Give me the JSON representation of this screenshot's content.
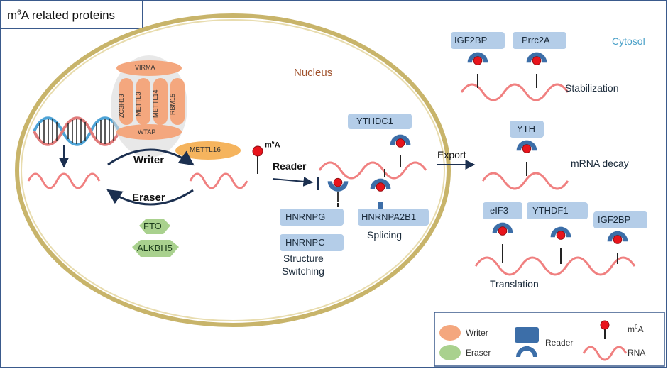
{
  "title": {
    "prefix": "m",
    "sup": "6",
    "suffix": "A related proteins"
  },
  "regions": {
    "nucleus": "Nucleus",
    "cytosol": "Cytosol"
  },
  "writer_complex": {
    "top": "VIRMA",
    "columns": [
      "ZC3H13",
      "METTL3",
      "METTL14",
      "RBM15"
    ],
    "bottom": "WTAP",
    "extra": "METTL16"
  },
  "arrows": {
    "writer": "Writer",
    "eraser": "Eraser",
    "reader": "Reader",
    "export": "Export"
  },
  "m6a_mark": {
    "prefix": "m",
    "sup": "6",
    "suffix": "A"
  },
  "erasers": [
    "FTO",
    "ALKBH5"
  ],
  "nuclear_readers": {
    "ythdc1": "YTHDC1",
    "hnrnpg": "HNRNPG",
    "hnrnpc": "HNRNPC",
    "hnrnpa2b1": "HNRNPA2B1"
  },
  "functions": {
    "structure_line1": "Structure",
    "structure_line2": "Switching",
    "splicing": "Splicing",
    "stabilization": "Stabilization",
    "decay": "mRNA decay",
    "translation": "Translation"
  },
  "cytosol_readers": {
    "igf2bp_top": "IGF2BP",
    "prrc2a": "Prrc2A",
    "yth": "YTH",
    "eif3": "eIF3",
    "ythdf1": "YTHDF1",
    "igf2bp_bottom": "IGF2BP"
  },
  "legend": {
    "writer": "Writer",
    "eraser": "Eraser",
    "reader": "Reader",
    "m6a_prefix": "m",
    "m6a_sup": "6",
    "m6a_suffix": "A",
    "rna": "RNA"
  },
  "colors": {
    "writer": "#f4a77e",
    "eraser": "#a9d18e",
    "reader_box": "#b4cde8",
    "reader_icon": "#3c6ea8",
    "m6a": "#e8141c",
    "rna": "#f08080",
    "nucleus_border": "#c8b46a",
    "frame": "#3a5a8c"
  }
}
